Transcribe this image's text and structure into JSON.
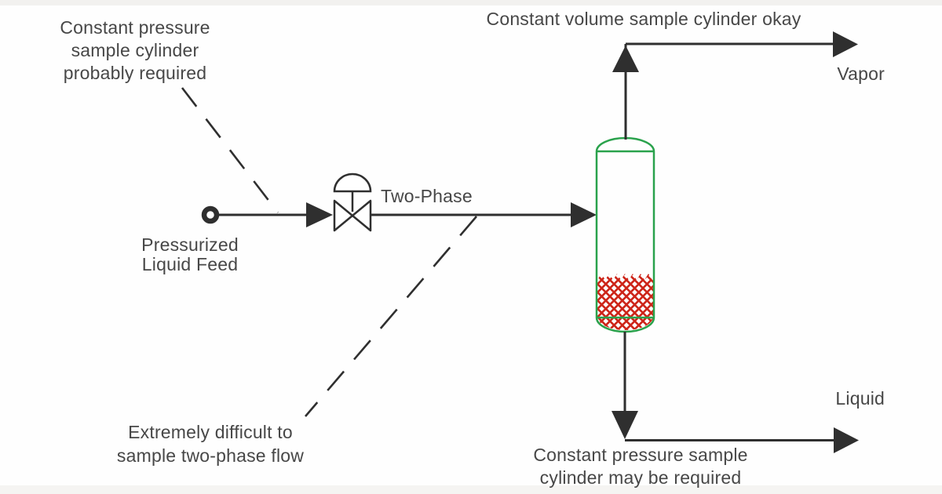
{
  "colors": {
    "background": "#fefefe",
    "top_strip": "#f2f1ef",
    "bottom_strip": "#f5f4f2",
    "line": "#2f2f2f",
    "text": "#474747",
    "vessel_green": "#2aa24c",
    "hatch_red": "#cd2418"
  },
  "labels": {
    "annotation_top_left": {
      "line1": "Constant pressure",
      "line2": "sample cylinder",
      "line3": "probably required"
    },
    "annotation_top_center": "Constant volume sample cylinder okay",
    "vapor": "Vapor",
    "two_phase": "Two-Phase",
    "feed": {
      "line1": "Pressurized",
      "line2": "Liquid Feed"
    },
    "annotation_bottom_left": {
      "line1": "Extremely difficult to",
      "line2": "sample two-phase flow"
    },
    "annotation_bottom_right": {
      "line1": "Constant pressure sample",
      "line2": "cylinder may be required"
    },
    "liquid": "Liquid"
  },
  "diagram": {
    "components": [
      "pressurized-feed-port",
      "actuated-control-valve",
      "two-phase-line",
      "separator-vessel",
      "liquid-packing-crosshatch",
      "vapor-outlet-arrow",
      "liquid-outlet-arrow",
      "callout-dashed-line-upper",
      "callout-dashed-line-lower"
    ]
  }
}
